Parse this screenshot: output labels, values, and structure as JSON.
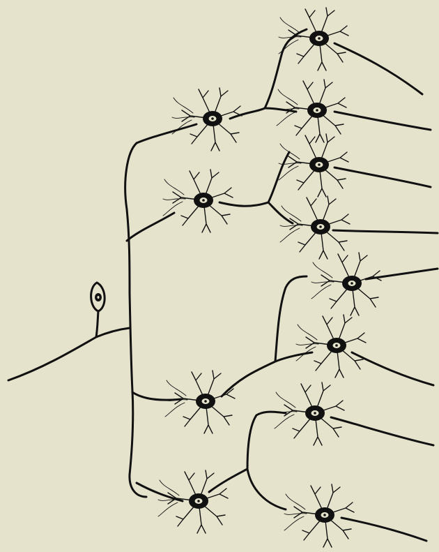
{
  "figure": {
    "background": "#e6e3cd",
    "ink": "#111111",
    "bipolar_neuron": {
      "icon": "bipolar-ganglion-cell"
    },
    "multipolar_cells": [
      {
        "id": "c1"
      },
      {
        "id": "c2"
      },
      {
        "id": "c3"
      },
      {
        "id": "c4"
      },
      {
        "id": "c5"
      },
      {
        "id": "c6"
      },
      {
        "id": "c7"
      },
      {
        "id": "c8"
      },
      {
        "id": "c9"
      },
      {
        "id": "c10"
      },
      {
        "id": "c11"
      },
      {
        "id": "c12"
      },
      {
        "id": "c13"
      },
      {
        "id": "c14"
      }
    ]
  }
}
